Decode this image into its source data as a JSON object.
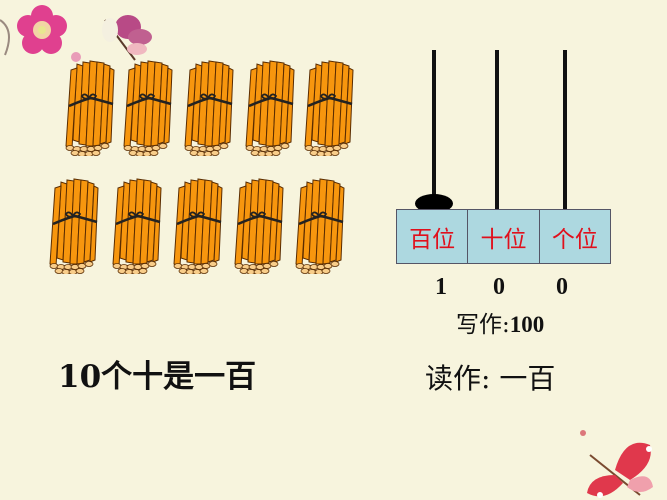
{
  "slide": {
    "background": "#f7f4dd",
    "bundles": {
      "count": 10,
      "rows": 2,
      "per_row": 5,
      "stick_color": "#f7960e",
      "string_color": "#222222"
    },
    "abacus": {
      "rods": 3,
      "beads": [
        1,
        0,
        0
      ],
      "place_labels": [
        "百位",
        "十位",
        "个位"
      ],
      "label_color": "#e0101c",
      "cell_color": "#add8e0"
    },
    "digits": [
      "1",
      "0",
      "0"
    ],
    "write_label": "写作:",
    "write_value": "100",
    "caption": "10个十是一百",
    "read_label": "读作:",
    "read_value": "一百"
  }
}
